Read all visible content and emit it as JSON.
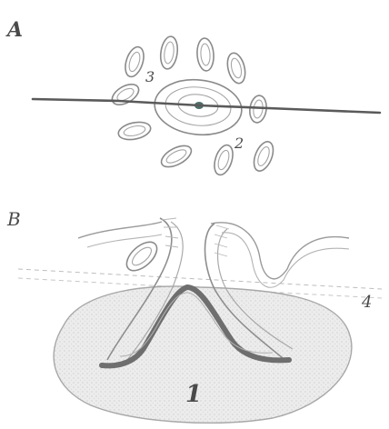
{
  "panels": [
    {
      "id": "A",
      "label": "A"
    },
    {
      "id": "B",
      "label": "B"
    }
  ],
  "callouts": {
    "a_3": "3",
    "a_2": "2",
    "b_4": "4",
    "b_1": "1"
  },
  "colors": {
    "background": "#ffffff",
    "line": "#5a5a5a",
    "outline": "#8a8a8a",
    "dark_band": "#6e6e6e",
    "stipple": "#cfcfcf",
    "central_dot": "#4f6d6a"
  }
}
